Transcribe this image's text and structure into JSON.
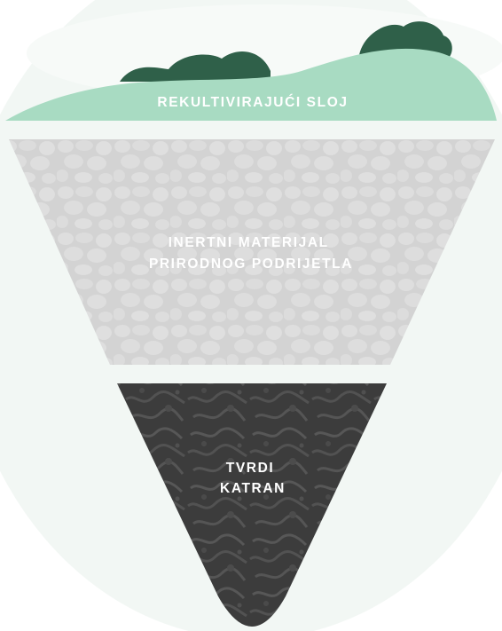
{
  "layers": [
    {
      "id": "top",
      "lines": [
        "REKULTIVIRAJUĆI SLOJ"
      ],
      "color": "#a8dbc2"
    },
    {
      "id": "middle",
      "lines": [
        "INERTNI MATERIJAL",
        "PRIRODNOG PODRIJETLA"
      ],
      "color": "#d2d2d2"
    },
    {
      "id": "bottom",
      "lines": [
        "TVRDI",
        "KATRAN"
      ],
      "color": "#3e3e3e"
    }
  ],
  "colors": {
    "vegetation": "#2f6049",
    "background_wash": "#f1f6f3",
    "stone_pattern": "#dfdfdf",
    "tar_pattern": "#5a5a5a"
  }
}
